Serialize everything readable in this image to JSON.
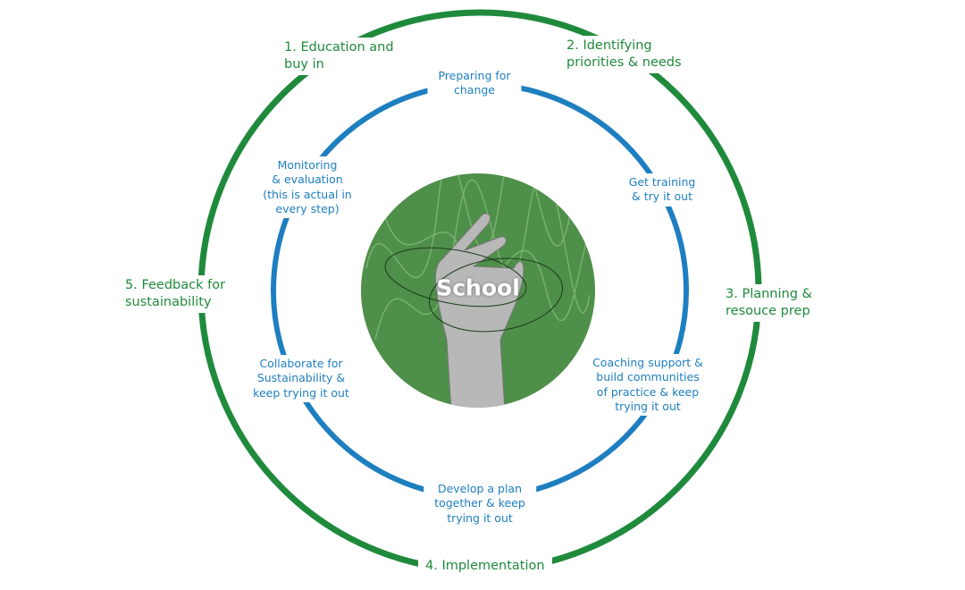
{
  "center": {
    "label": "School"
  },
  "outer_stages": [
    {
      "label_lines": [
        "1. Education and",
        "buy in"
      ]
    },
    {
      "label_lines": [
        "2. Identifying",
        "priorities & needs"
      ]
    },
    {
      "label_lines": [
        "3. Planning &",
        "resouce prep"
      ]
    },
    {
      "label_lines": [
        "4. Implementation"
      ]
    },
    {
      "label_lines": [
        "5. Feedback for",
        "sustainability"
      ]
    }
  ],
  "inner_steps": [
    {
      "label_lines": [
        "Preparing for",
        "change"
      ]
    },
    {
      "label_lines": [
        "Get training",
        "& try it out"
      ]
    },
    {
      "label_lines": [
        "Coaching support &",
        "build communities",
        "of practice & keep",
        "trying it out"
      ]
    },
    {
      "label_lines": [
        "Develop a plan",
        "together & keep",
        "trying it out"
      ]
    },
    {
      "label_lines": [
        "Collaborate for",
        "Sustainability &",
        "keep trying it out"
      ]
    },
    {
      "label_lines": [
        "Monitoring",
        "& evaluation",
        "(this is actual in",
        "every step)"
      ]
    }
  ],
  "colors": {
    "outer": "#1f8a3c",
    "inner": "#1e7fc0",
    "center_bg": "#4e8f4a"
  }
}
